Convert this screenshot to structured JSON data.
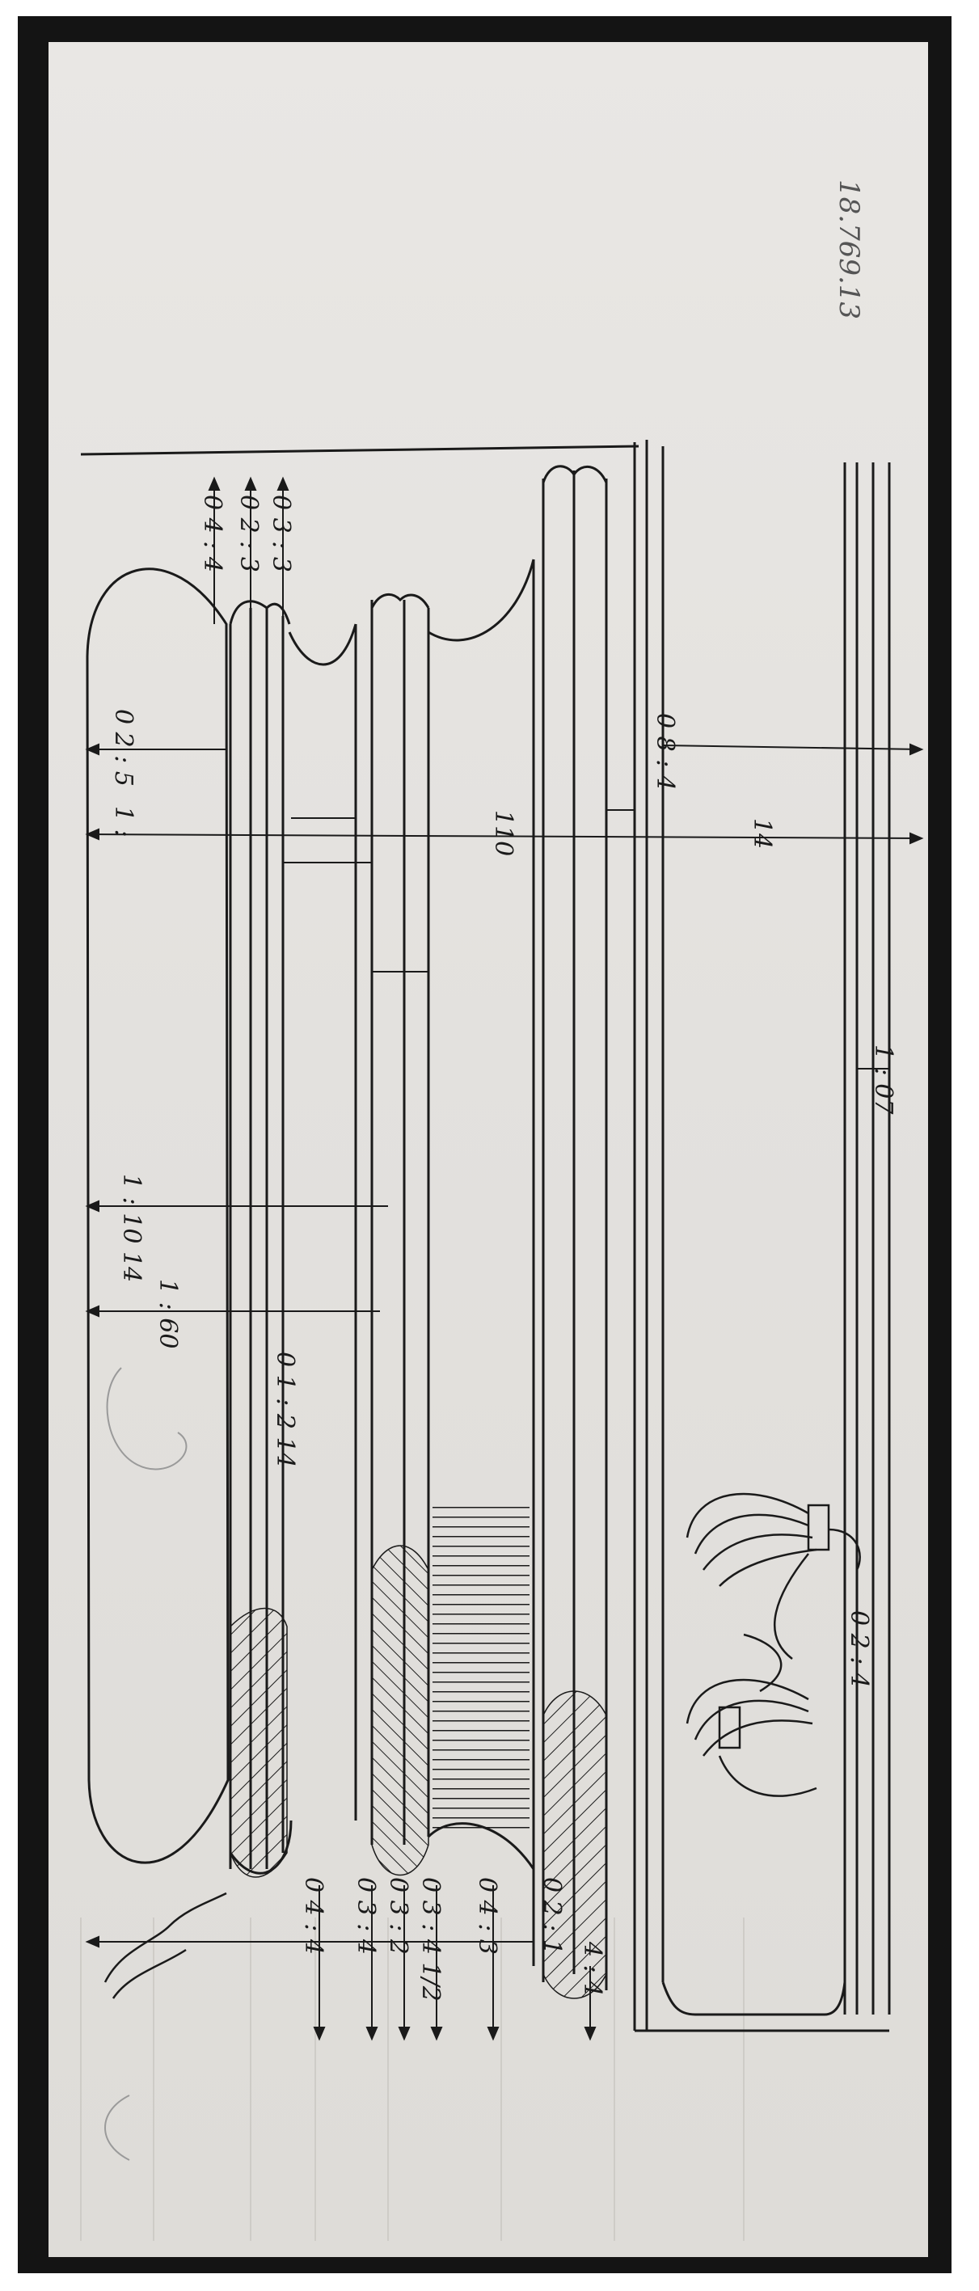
{
  "sheet": {
    "catalog_number": "18.769.13",
    "dimension_labels": [
      "0 4 : 4",
      "0 2 : 3",
      "0 3 : 3",
      "0 2 : 5",
      "1 :",
      "110",
      "14",
      "0 8 : 4",
      "1 : 10 14",
      "1 : 60",
      "1 : 07",
      "0 4 : 4",
      "0 3 : 4",
      "0 3 : 2",
      "0 3 : 4 1/2",
      "0 4 : 3",
      "0 2 : 1",
      "4 : 4",
      "0 2 : 4",
      "0 1 : 2 14"
    ],
    "colors": {
      "frame": "#141414",
      "paper": "#e6e4e1",
      "ink": "#1a1a1a"
    }
  }
}
